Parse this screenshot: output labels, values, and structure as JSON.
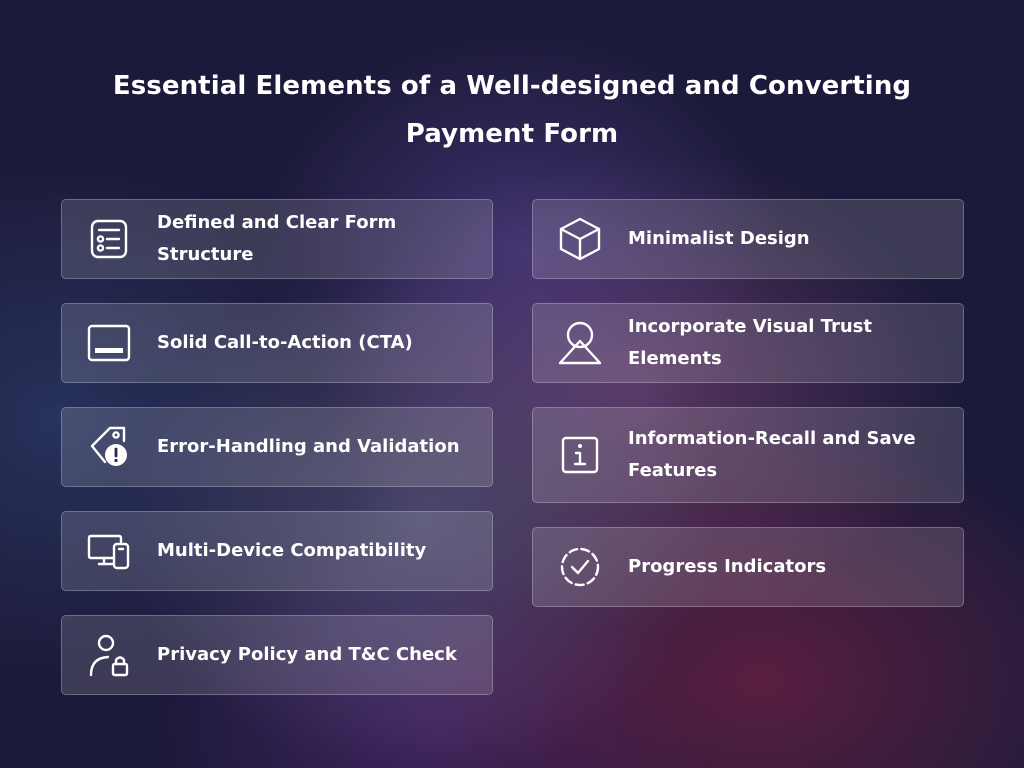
{
  "title": "Essential Elements of a Well-designed and Converting Payment Form",
  "cards": {
    "form_structure": {
      "label": "Defined and Clear Form Structure",
      "icon": "form-list-icon"
    },
    "cta": {
      "label": "Solid Call-to-Action (CTA)",
      "icon": "monitor-cta-icon"
    },
    "error_handling": {
      "label": "Error-Handling and Validation",
      "icon": "tag-alert-icon"
    },
    "multi_device": {
      "label": "Multi-Device Compatibility",
      "icon": "devices-icon"
    },
    "privacy": {
      "label": "Privacy Policy and T&C Check",
      "icon": "user-lock-icon"
    },
    "minimalist": {
      "label": "Minimalist Design",
      "icon": "cube-icon"
    },
    "trust": {
      "label": "Incorporate Visual Trust Elements",
      "icon": "shapes-icon"
    },
    "recall": {
      "label": "Information-Recall and Save Features",
      "icon": "info-icon"
    },
    "progress": {
      "label": "Progress Indicators",
      "icon": "progress-check-icon"
    }
  },
  "colors": {
    "background": "#1c1a3a",
    "text": "#ffffff",
    "card_fill": "rgba(255,255,255,0.14)"
  }
}
